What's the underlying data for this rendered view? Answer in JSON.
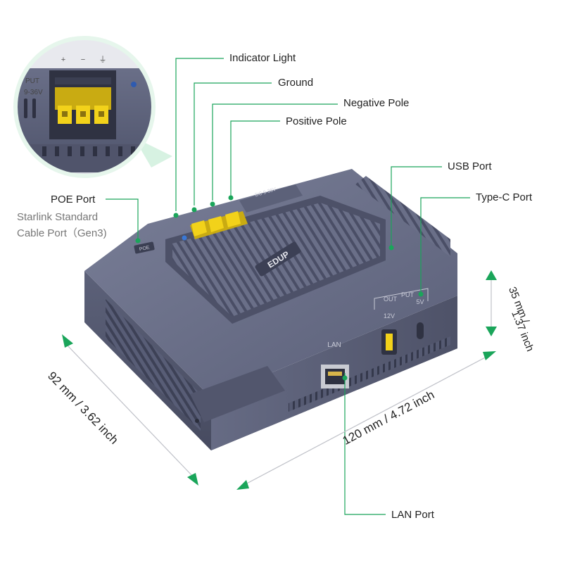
{
  "callouts": {
    "indicator_light": "Indicator Light",
    "ground": "Ground",
    "negative_pole": "Negative Pole",
    "positive_pole": "Positive Pole",
    "usb_port": "USB Port",
    "type_c_port": "Type-C Port",
    "poe_port": "POE Port",
    "starlink_cable_line1": "Starlink Standard",
    "starlink_cable_line2": "Cable Port（Gen3)",
    "lan_port": "LAN Port"
  },
  "dimensions": {
    "depth": "92 mm / 3.62 inch",
    "width": "120 mm / 4.72 inch",
    "height_line1": "35 mm /",
    "height_line2": "1.37 inch"
  },
  "device_marks": {
    "brand": "EDUP",
    "lan": "LAN",
    "out_left": "OUT",
    "out_right": "PUT",
    "v12": "12V",
    "v5": "5V",
    "poe": "POE",
    "dc_in": "DC 9-36V",
    "inset_plus": "+",
    "inset_minus": "−",
    "inset_ground": "⏚",
    "inset_input": "PUT",
    "inset_voltage": "9-36V"
  },
  "colors": {
    "accent_green": "#1aa55a",
    "callout_line": "#1aa55a",
    "device_body": "#5b6079",
    "device_dark": "#454a60",
    "terminal_yellow": "#f2d21a"
  }
}
